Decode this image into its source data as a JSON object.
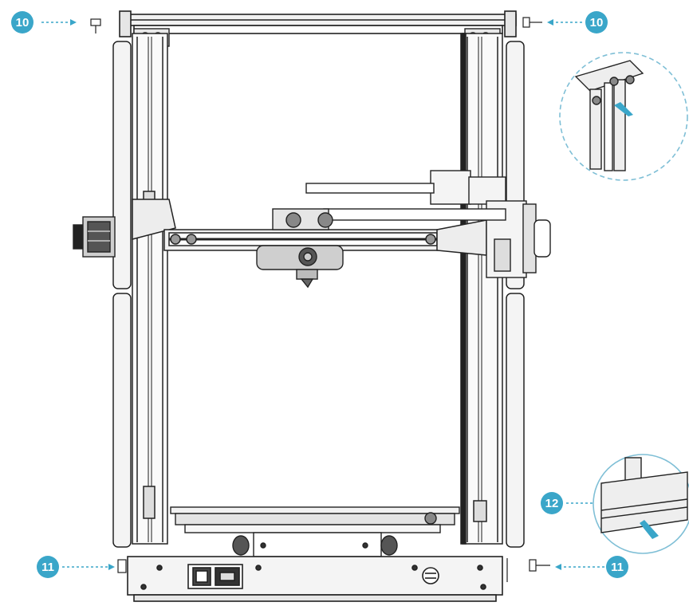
{
  "callouts": {
    "top_left": "10",
    "top_right": "10",
    "bottom_left": "11",
    "bottom_right": "11",
    "detail": "12"
  },
  "colors": {
    "callout_fill": "#3aa6c9",
    "leader": "#3aa6c9",
    "line": "#222222",
    "detail_circle": "#7fbfd6"
  }
}
